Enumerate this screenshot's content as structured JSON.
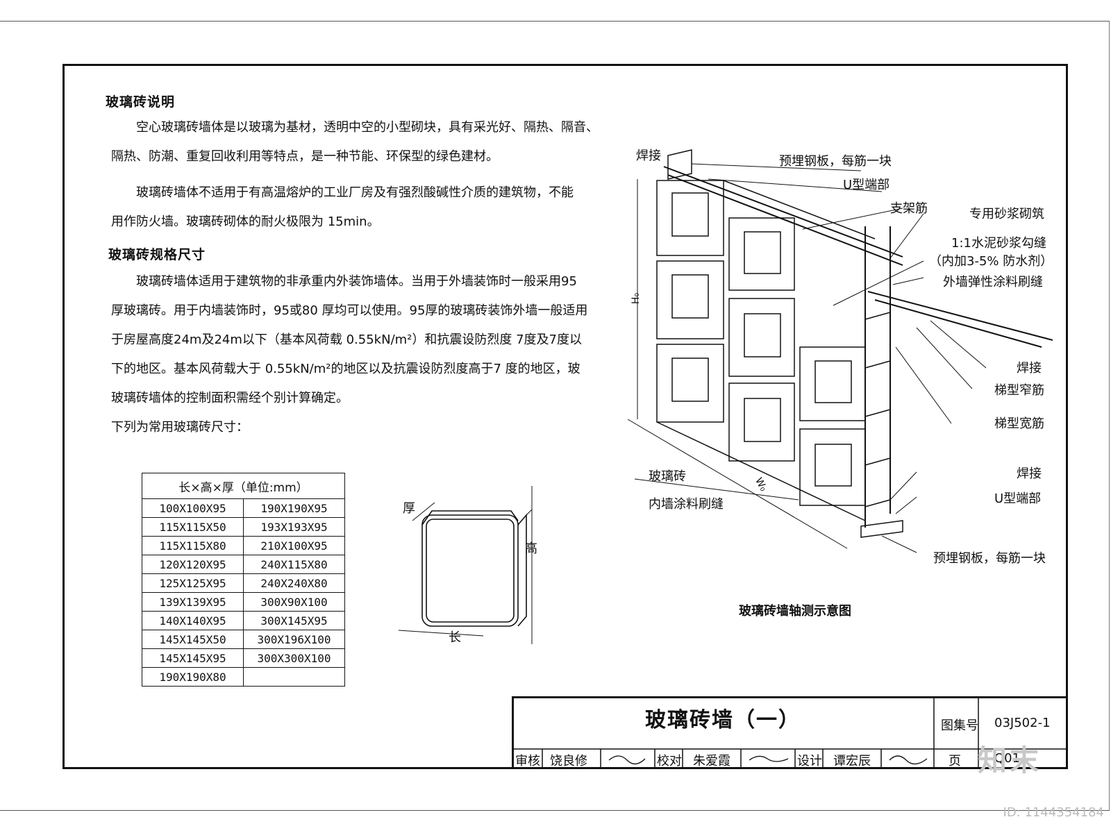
{
  "intro": {
    "heading": "玻璃砖说明",
    "para1_line1": "空心玻璃砖墙体是以玻璃为基材，透明中空的小型砌块，具有采光好、隔热、隔音、",
    "para1_line2": "隔热、防潮、重复回收利用等特点，是一种节能、环保型的绿色建材。",
    "para2_line1": "玻璃砖墙体不适用于有高温熔炉的工业厂房及有强烈酸碱性介质的建筑物，不能",
    "para2_line2": "用作防火墙。玻璃砖砌体的耐火极限为 15min。"
  },
  "specs": {
    "heading": "玻璃砖规格尺寸",
    "line1": "玻璃砖墙体适用于建筑物的非承重内外装饰墙体。当用于外墙装饰时一般采用95",
    "line2": "厚玻璃砖。用于内墙装饰时，95或80 厚均可以使用。95厚的玻璃砖装饰外墙一般适用",
    "line3": "于房屋高度24m及24m以下（基本风荷载 0.55kN/m²）和抗震设防烈度 7度及7度以",
    "line4": "下的地区。基本风荷载大于 0.55kN/m²的地区以及抗震设防烈度高于7 度的地区，玻",
    "line5": "玻璃砖墙体的控制面积需经个别计算确定。",
    "line6": "下列为常用玻璃砖尺寸："
  },
  "table": {
    "header": "长×高×厚（单位:mm）",
    "rows": [
      [
        "100X100X95",
        "190X190X95"
      ],
      [
        "115X115X50",
        "193X193X95"
      ],
      [
        "115X115X80",
        "210X100X95"
      ],
      [
        "120X120X95",
        "240X115X80"
      ],
      [
        "125X125X95",
        "240X240X80"
      ],
      [
        "139X139X95",
        "300X90X100"
      ],
      [
        "140X140X95",
        "300X145X95"
      ],
      [
        "145X145X50",
        "300X196X100"
      ],
      [
        "145X145X95",
        "300X300X100"
      ],
      [
        "190X190X80",
        ""
      ]
    ]
  },
  "brick_section": {
    "thick_label": "厚",
    "height_label": "高",
    "length_label": "长"
  },
  "axon": {
    "caption": "玻璃砖墙轴测示意图",
    "weld_top": "焊接",
    "embedded_plate_top": "预埋钢板，每筋一块",
    "u_end_top": "U型端部",
    "support_bar": "支架筋",
    "mortar_special": "专用砂浆砌筑",
    "cement_joint": "1:1水泥砂浆勾缝",
    "waterproof_note": "（内加3-5% 防水剂）",
    "exterior_coating": "外墙弹性涂料刷缝",
    "weld_mid": "焊接",
    "ladder_narrow": "梯型窄筋",
    "ladder_wide": "梯型宽筋",
    "weld_low": "焊接",
    "u_end_low": "U型端部",
    "embedded_plate_low": "预埋钢板，每筋一块",
    "glass_brick": "玻璃砖",
    "interior_coating": "内墙涂料刷缝",
    "height_dim": "H₀",
    "width_dim": "W₀"
  },
  "title_block": {
    "title": "玻璃砖墙（一）",
    "atlas_label": "图集号",
    "atlas_no": "03J502-1",
    "review_label": "审核",
    "reviewer": "饶良修",
    "check_label": "校对",
    "checker": "朱爱霞",
    "design_label": "设计",
    "designer": "谭宏辰",
    "page_label": "页",
    "page_no": "Q01"
  },
  "watermark": {
    "id_text": "ID: 1144354184",
    "logo": "知末"
  }
}
